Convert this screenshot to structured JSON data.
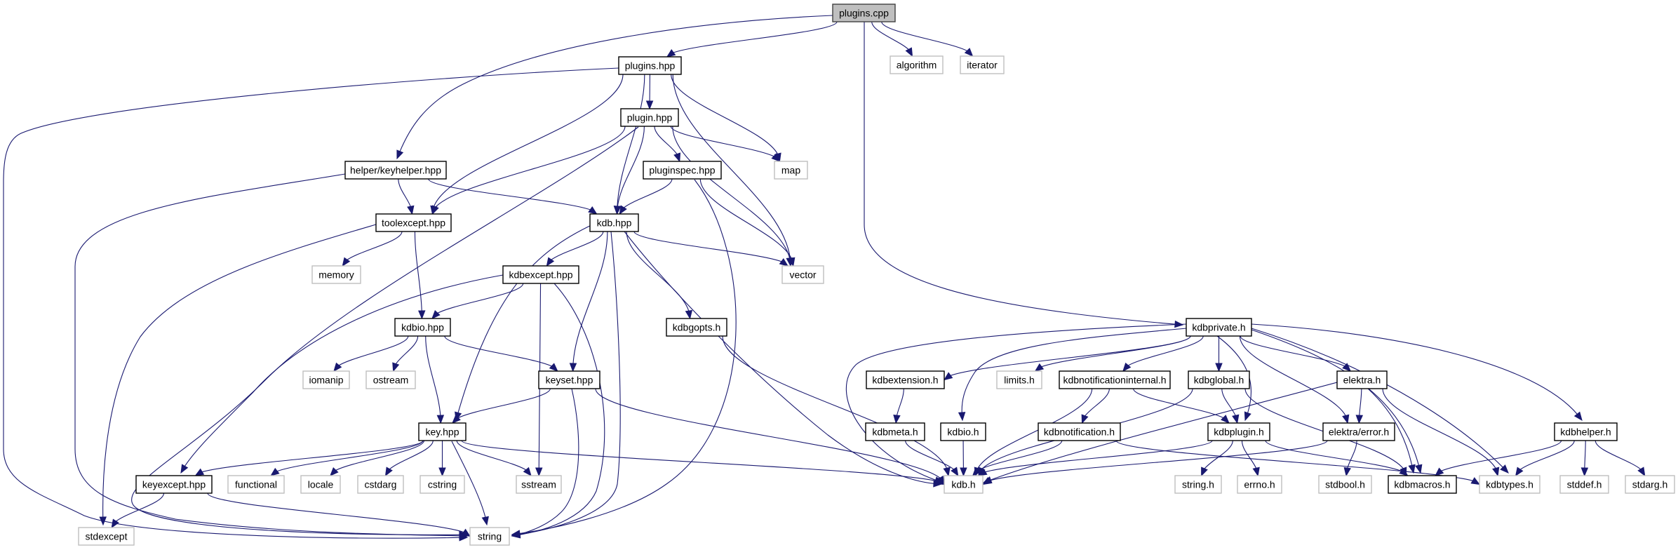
{
  "diagram": {
    "title": "plugins.cpp",
    "kind": "include dependency graph",
    "colors": {
      "edge": "#191970",
      "root_fill": "#bfbfbf",
      "root_border": "#404040",
      "documented_border": "#000000",
      "external_border": "#bfbfbf"
    },
    "nodes": [
      {
        "id": "plugins_cpp",
        "label": "plugins.cpp",
        "style": "root"
      },
      {
        "id": "algorithm",
        "label": "algorithm",
        "style": "external"
      },
      {
        "id": "iterator",
        "label": "iterator",
        "style": "external"
      },
      {
        "id": "plugins_hpp",
        "label": "plugins.hpp",
        "style": "documented"
      },
      {
        "id": "plugin_hpp",
        "label": "plugin.hpp",
        "style": "documented"
      },
      {
        "id": "keyhelper_hpp",
        "label": "helper/keyhelper.hpp",
        "style": "documented"
      },
      {
        "id": "pluginspec_hpp",
        "label": "pluginspec.hpp",
        "style": "documented"
      },
      {
        "id": "map",
        "label": "map",
        "style": "external"
      },
      {
        "id": "toolexcept_hpp",
        "label": "toolexcept.hpp",
        "style": "documented"
      },
      {
        "id": "kdb_hpp",
        "label": "kdb.hpp",
        "style": "documented"
      },
      {
        "id": "memory",
        "label": "memory",
        "style": "external"
      },
      {
        "id": "kdbexcept_hpp",
        "label": "kdbexcept.hpp",
        "style": "documented"
      },
      {
        "id": "vector",
        "label": "vector",
        "style": "external"
      },
      {
        "id": "kdbio_hpp",
        "label": "kdbio.hpp",
        "style": "documented"
      },
      {
        "id": "kdbgopts_h",
        "label": "kdbgopts.h",
        "style": "documented"
      },
      {
        "id": "kdbprivate_h",
        "label": "kdbprivate.h",
        "style": "documented"
      },
      {
        "id": "iomanip",
        "label": "iomanip",
        "style": "external"
      },
      {
        "id": "ostream",
        "label": "ostream",
        "style": "external"
      },
      {
        "id": "keyset_hpp",
        "label": "keyset.hpp",
        "style": "documented"
      },
      {
        "id": "kdbextension_h",
        "label": "kdbextension.h",
        "style": "documented"
      },
      {
        "id": "limits_h",
        "label": "limits.h",
        "style": "external"
      },
      {
        "id": "kdbnotificationinternal_h",
        "label": "kdbnotificationinternal.h",
        "style": "documented"
      },
      {
        "id": "kdbglobal_h",
        "label": "kdbglobal.h",
        "style": "documented"
      },
      {
        "id": "elektra_h",
        "label": "elektra.h",
        "style": "documented"
      },
      {
        "id": "key_hpp",
        "label": "key.hpp",
        "style": "documented"
      },
      {
        "id": "kdbmeta_h",
        "label": "kdbmeta.h",
        "style": "documented"
      },
      {
        "id": "kdbio_h",
        "label": "kdbio.h",
        "style": "documented"
      },
      {
        "id": "kdbnotification_h",
        "label": "kdbnotification.h",
        "style": "documented"
      },
      {
        "id": "kdbplugin_h",
        "label": "kdbplugin.h",
        "style": "documented"
      },
      {
        "id": "elektra_error_h",
        "label": "elektra/error.h",
        "style": "documented"
      },
      {
        "id": "kdbhelper_h",
        "label": "kdbhelper.h",
        "style": "documented"
      },
      {
        "id": "keyexcept_hpp",
        "label": "keyexcept.hpp",
        "style": "documented"
      },
      {
        "id": "functional",
        "label": "functional",
        "style": "external"
      },
      {
        "id": "locale",
        "label": "locale",
        "style": "external"
      },
      {
        "id": "cstdarg",
        "label": "cstdarg",
        "style": "external"
      },
      {
        "id": "cstring",
        "label": "cstring",
        "style": "external"
      },
      {
        "id": "sstream",
        "label": "sstream",
        "style": "external"
      },
      {
        "id": "kdb_h",
        "label": "kdb.h",
        "style": "external"
      },
      {
        "id": "string_h",
        "label": "string.h",
        "style": "external"
      },
      {
        "id": "errno_h",
        "label": "errno.h",
        "style": "external"
      },
      {
        "id": "stdbool_h",
        "label": "stdbool.h",
        "style": "external"
      },
      {
        "id": "kdbmacros_h",
        "label": "kdbmacros.h",
        "style": "documented"
      },
      {
        "id": "kdbtypes_h",
        "label": "kdbtypes.h",
        "style": "external"
      },
      {
        "id": "stddef_h",
        "label": "stddef.h",
        "style": "external"
      },
      {
        "id": "stdarg_h",
        "label": "stdarg.h",
        "style": "external"
      },
      {
        "id": "stdexcept",
        "label": "stdexcept",
        "style": "external"
      },
      {
        "id": "string",
        "label": "string",
        "style": "external"
      }
    ],
    "edges": [
      [
        "plugins_cpp",
        "keyhelper_hpp"
      ],
      [
        "plugins_cpp",
        "plugins_hpp"
      ],
      [
        "plugins_cpp",
        "algorithm"
      ],
      [
        "plugins_cpp",
        "iterator"
      ],
      [
        "plugins_cpp",
        "kdbprivate_h"
      ],
      [
        "plugins_hpp",
        "string"
      ],
      [
        "plugins_hpp",
        "plugin_hpp"
      ],
      [
        "plugins_hpp",
        "toolexcept_hpp"
      ],
      [
        "plugins_hpp",
        "kdb_hpp"
      ],
      [
        "plugins_hpp",
        "map"
      ],
      [
        "plugins_hpp",
        "vector"
      ],
      [
        "plugin_hpp",
        "toolexcept_hpp"
      ],
      [
        "plugin_hpp",
        "string"
      ],
      [
        "plugin_hpp",
        "kdb_hpp"
      ],
      [
        "plugin_hpp",
        "pluginspec_hpp"
      ],
      [
        "plugin_hpp",
        "map"
      ],
      [
        "plugin_hpp",
        "vector"
      ],
      [
        "keyhelper_hpp",
        "toolexcept_hpp"
      ],
      [
        "keyhelper_hpp",
        "kdb_hpp"
      ],
      [
        "keyhelper_hpp",
        "string"
      ],
      [
        "pluginspec_hpp",
        "kdb_hpp"
      ],
      [
        "pluginspec_hpp",
        "vector"
      ],
      [
        "pluginspec_hpp",
        "string"
      ],
      [
        "toolexcept_hpp",
        "memory"
      ],
      [
        "toolexcept_hpp",
        "kdbio_hpp"
      ],
      [
        "toolexcept_hpp",
        "stdexcept"
      ],
      [
        "kdb_hpp",
        "kdbexcept_hpp"
      ],
      [
        "kdb_hpp",
        "key_hpp"
      ],
      [
        "kdb_hpp",
        "keyset_hpp"
      ],
      [
        "kdb_hpp",
        "kdbgopts_h"
      ],
      [
        "kdb_hpp",
        "string"
      ],
      [
        "kdb_hpp",
        "vector"
      ],
      [
        "kdb_hpp",
        "kdb_h"
      ],
      [
        "kdbexcept_hpp",
        "kdbio_hpp"
      ],
      [
        "kdbexcept_hpp",
        "keyexcept_hpp"
      ],
      [
        "kdbexcept_hpp",
        "sstream"
      ],
      [
        "kdbexcept_hpp",
        "string"
      ],
      [
        "kdbio_hpp",
        "iomanip"
      ],
      [
        "kdbio_hpp",
        "ostream"
      ],
      [
        "kdbio_hpp",
        "key_hpp"
      ],
      [
        "kdbio_hpp",
        "keyset_hpp"
      ],
      [
        "kdbgopts_h",
        "kdb_h"
      ],
      [
        "keyset_hpp",
        "key_hpp"
      ],
      [
        "keyset_hpp",
        "string"
      ],
      [
        "keyset_hpp",
        "kdb_h"
      ],
      [
        "key_hpp",
        "keyexcept_hpp"
      ],
      [
        "key_hpp",
        "functional"
      ],
      [
        "key_hpp",
        "locale"
      ],
      [
        "key_hpp",
        "cstdarg"
      ],
      [
        "key_hpp",
        "cstring"
      ],
      [
        "key_hpp",
        "sstream"
      ],
      [
        "key_hpp",
        "string"
      ],
      [
        "key_hpp",
        "kdb_h"
      ],
      [
        "keyexcept_hpp",
        "stdexcept"
      ],
      [
        "keyexcept_hpp",
        "string"
      ],
      [
        "kdbprivate_h",
        "kdb_h"
      ],
      [
        "kdbprivate_h",
        "kdbextension_h"
      ],
      [
        "kdbprivate_h",
        "limits_h"
      ],
      [
        "kdbprivate_h",
        "kdbio_h"
      ],
      [
        "kdbprivate_h",
        "kdbnotificationinternal_h"
      ],
      [
        "kdbprivate_h",
        "kdbglobal_h"
      ],
      [
        "kdbprivate_h",
        "kdbplugin_h"
      ],
      [
        "kdbprivate_h",
        "elektra_h"
      ],
      [
        "kdbprivate_h",
        "elektra_error_h"
      ],
      [
        "kdbprivate_h",
        "kdbmacros_h"
      ],
      [
        "kdbprivate_h",
        "kdbtypes_h"
      ],
      [
        "kdbprivate_h",
        "kdbhelper_h"
      ],
      [
        "kdbextension_h",
        "kdbmeta_h"
      ],
      [
        "kdbmeta_h",
        "kdb_h"
      ],
      [
        "kdbio_h",
        "kdb_h"
      ],
      [
        "kdbnotificationinternal_h",
        "kdb_h"
      ],
      [
        "kdbnotificationinternal_h",
        "kdbnotification_h"
      ],
      [
        "kdbnotificationinternal_h",
        "kdbplugin_h"
      ],
      [
        "kdbnotification_h",
        "kdb_h"
      ],
      [
        "kdbnotification_h",
        "kdbtypes_h"
      ],
      [
        "kdbglobal_h",
        "kdb_h"
      ],
      [
        "kdbglobal_h",
        "kdbplugin_h"
      ],
      [
        "kdbglobal_h",
        "kdbmacros_h"
      ],
      [
        "kdbplugin_h",
        "kdb_h"
      ],
      [
        "kdbplugin_h",
        "string_h"
      ],
      [
        "kdbplugin_h",
        "errno_h"
      ],
      [
        "kdbplugin_h",
        "kdbmacros_h"
      ],
      [
        "elektra_h",
        "kdb_h"
      ],
      [
        "elektra_h",
        "elektra_error_h"
      ],
      [
        "elektra_h",
        "kdbmacros_h"
      ],
      [
        "elektra_h",
        "kdbtypes_h"
      ],
      [
        "elektra_error_h",
        "kdb_h"
      ],
      [
        "elektra_error_h",
        "stdbool_h"
      ],
      [
        "kdbhelper_h",
        "kdbmacros_h"
      ],
      [
        "kdbhelper_h",
        "kdbtypes_h"
      ],
      [
        "kdbhelper_h",
        "stddef_h"
      ],
      [
        "kdbhelper_h",
        "stdarg_h"
      ]
    ]
  }
}
